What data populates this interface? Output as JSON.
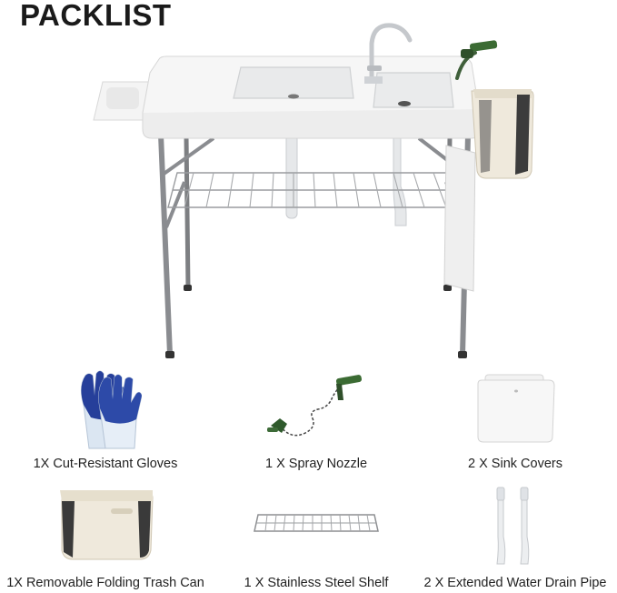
{
  "title": "PACKLIST",
  "items": [
    {
      "label": "1X Cut-Resistant Gloves"
    },
    {
      "label": "1 X Spray Nozzle"
    },
    {
      "label": "2 X Sink Covers"
    },
    {
      "label": "1X Removable Folding Trash Can"
    },
    {
      "label": "1 X Stainless Steel Shelf"
    },
    {
      "label": "2 X Extended Water Drain Pipe"
    }
  ]
}
